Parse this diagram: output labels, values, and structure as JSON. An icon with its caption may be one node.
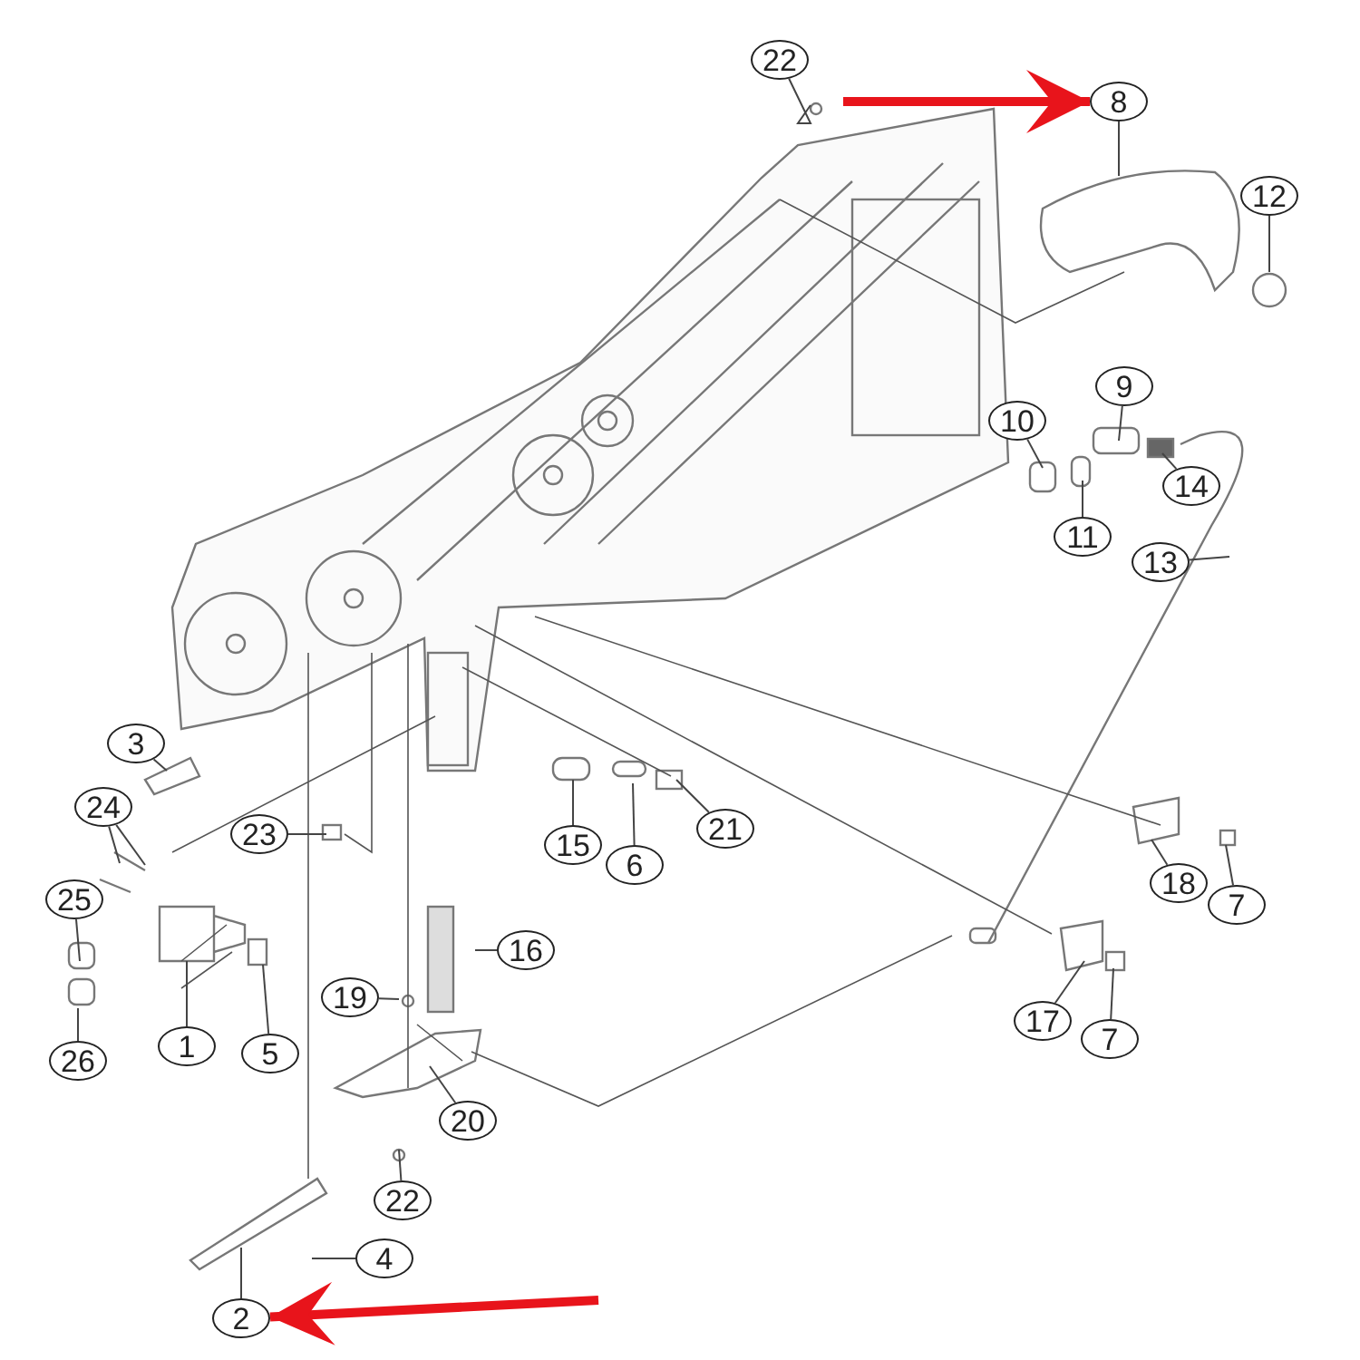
{
  "diagram": {
    "nodes": [
      {
        "text": [
          "22"
        ]
      },
      {
        "text": [
          "8"
        ]
      },
      {
        "text": [
          "12"
        ]
      },
      {
        "text": [
          "9"
        ]
      },
      {
        "text": [
          "10"
        ]
      },
      {
        "text": [
          "14"
        ]
      },
      {
        "text": [
          "11"
        ]
      },
      {
        "text": [
          "13"
        ]
      },
      {
        "text": [
          "3"
        ]
      },
      {
        "text": [
          "24"
        ]
      },
      {
        "text": [
          "23"
        ]
      },
      {
        "text": [
          "21"
        ]
      },
      {
        "text": [
          "15"
        ]
      },
      {
        "text": [
          "6"
        ]
      },
      {
        "text": [
          "18"
        ]
      },
      {
        "text": [
          "7"
        ]
      },
      {
        "text": [
          "25"
        ]
      },
      {
        "text": [
          "16"
        ]
      },
      {
        "text": [
          "26"
        ]
      },
      {
        "text": [
          "1"
        ]
      },
      {
        "text": [
          "5"
        ]
      },
      {
        "text": [
          "17"
        ]
      },
      {
        "text": [
          "7"
        ]
      },
      {
        "text": [
          "19"
        ]
      },
      {
        "text": [
          "20"
        ]
      },
      {
        "text": [
          "22"
        ]
      },
      {
        "text": [
          "4"
        ]
      },
      {
        "text": [
          "2"
        ]
      }
    ],
    "edges": [
      {
        "from": 0,
        "to": null,
        "arrow": "none"
      },
      {
        "from": 1,
        "to": null,
        "arrow": "none"
      },
      {
        "from": 2,
        "to": null,
        "arrow": "none"
      },
      {
        "from": 3,
        "to": null,
        "arrow": "none"
      },
      {
        "from": 4,
        "to": null,
        "arrow": "none"
      },
      {
        "from": 5,
        "to": null,
        "arrow": "none"
      },
      {
        "from": 6,
        "to": null,
        "arrow": "none"
      },
      {
        "from": 7,
        "to": null,
        "arrow": "none"
      },
      {
        "from": 8,
        "to": null,
        "arrow": "none"
      },
      {
        "from": 9,
        "to": null,
        "arrow": "none"
      },
      {
        "from": 9,
        "to": null,
        "arrow": "none"
      },
      {
        "from": 10,
        "to": null,
        "arrow": "none"
      },
      {
        "from": 11,
        "to": null,
        "arrow": "none"
      },
      {
        "from": 12,
        "to": null,
        "arrow": "none"
      },
      {
        "from": 13,
        "to": null,
        "arrow": "none"
      },
      {
        "from": 14,
        "to": null,
        "arrow": "none"
      },
      {
        "from": 15,
        "to": null,
        "arrow": "none"
      },
      {
        "from": 16,
        "to": null,
        "arrow": "none"
      },
      {
        "from": 17,
        "to": null,
        "arrow": "none"
      },
      {
        "from": 18,
        "to": null,
        "arrow": "none"
      },
      {
        "from": 19,
        "to": null,
        "arrow": "none"
      },
      {
        "from": 20,
        "to": null,
        "arrow": "none"
      },
      {
        "from": 21,
        "to": null,
        "arrow": "none"
      },
      {
        "from": 22,
        "to": null,
        "arrow": "none"
      },
      {
        "from": 23,
        "to": null,
        "arrow": "none"
      },
      {
        "from": 24,
        "to": null,
        "arrow": "none"
      },
      {
        "from": 25,
        "to": null,
        "arrow": "none"
      },
      {
        "from": 26,
        "to": null,
        "arrow": "none"
      },
      {
        "from": 27,
        "to": null,
        "arrow": "none"
      },
      {
        "from": null,
        "to": 1,
        "arrow": "to",
        "style": "thick",
        "color": "#e8141b"
      },
      {
        "from": null,
        "to": 27,
        "arrow": "to",
        "style": "thick",
        "color": "#e8141b"
      }
    ]
  }
}
